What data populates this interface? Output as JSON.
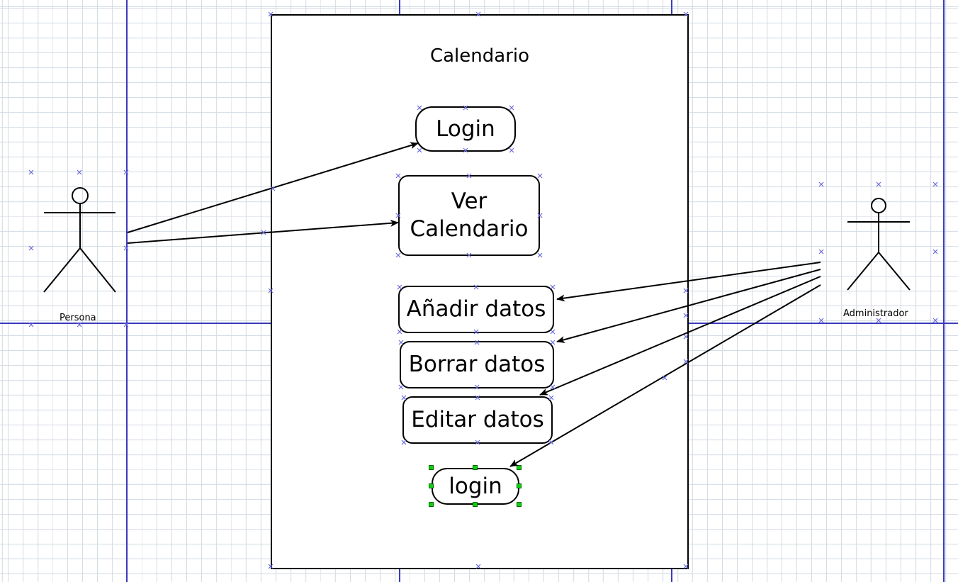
{
  "diagram": {
    "boundary_title": "Calendario",
    "use_cases": {
      "login_top": "Login",
      "ver_calendario_line1": "Ver",
      "ver_calendario_line2": "Calendario",
      "anadir_datos": "Añadir datos",
      "borrar_datos": "Borrar datos",
      "editar_datos": "Editar datos",
      "login_bottom": "login"
    },
    "actors": {
      "persona": "Persona",
      "administrador": "Administrador"
    },
    "selected_element": "login"
  },
  "colors": {
    "page_guide": "#3b3bbf",
    "grid": "#d3dbe3",
    "connection_marker": "#6b6bdf",
    "selection_handle": "#0bd10b"
  }
}
